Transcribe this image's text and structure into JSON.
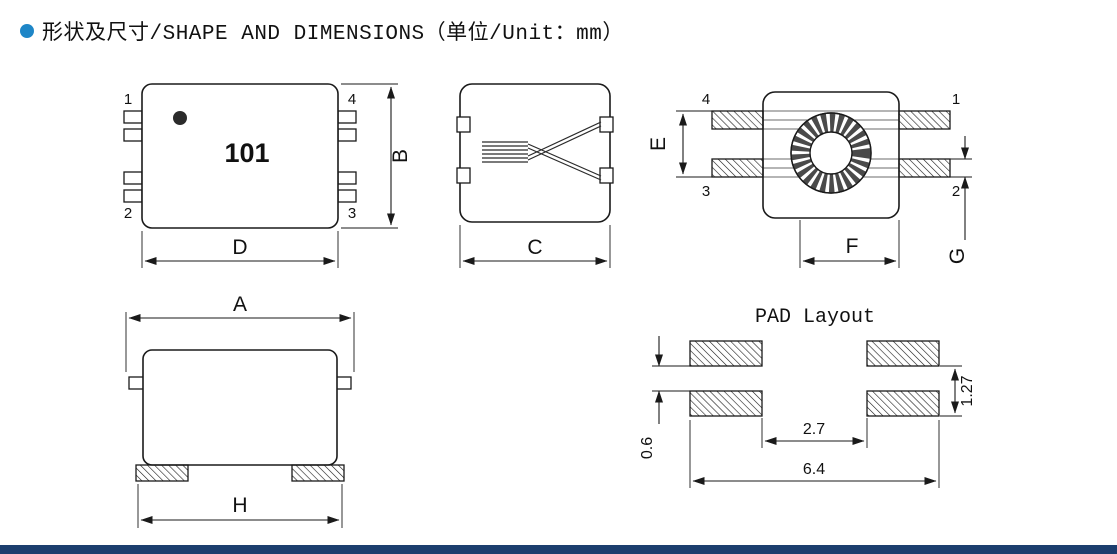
{
  "title": {
    "text": "形状及尺寸/SHAPE AND DIMENSIONS（单位/Unit：mm）",
    "bullet_color": "#1e86c7"
  },
  "colors": {
    "line": "#1a1a1a",
    "footer_bar": "#1c3e6e"
  },
  "top_view": {
    "marking": "101",
    "pin_top_left": "1",
    "pin_bottom_left": "2",
    "pin_top_right": "4",
    "pin_bottom_right": "3",
    "dim_height": "B",
    "dim_width": "D"
  },
  "side_view": {
    "dim_width": "C"
  },
  "rear_view": {
    "pin_top_left": "4",
    "pin_top_right": "1",
    "pin_bottom_left": "3",
    "pin_bottom_right": "2",
    "dim_left": "E",
    "dim_bottom": "F",
    "dim_right": "G"
  },
  "front_view": {
    "dim_top": "A",
    "dim_bottom": "H"
  },
  "pad_layout": {
    "title": "PAD Layout",
    "dim_row_gap": "0.6",
    "dim_pitch": "1.27",
    "dim_inner_gap": "2.7",
    "dim_overall": "6.4"
  }
}
